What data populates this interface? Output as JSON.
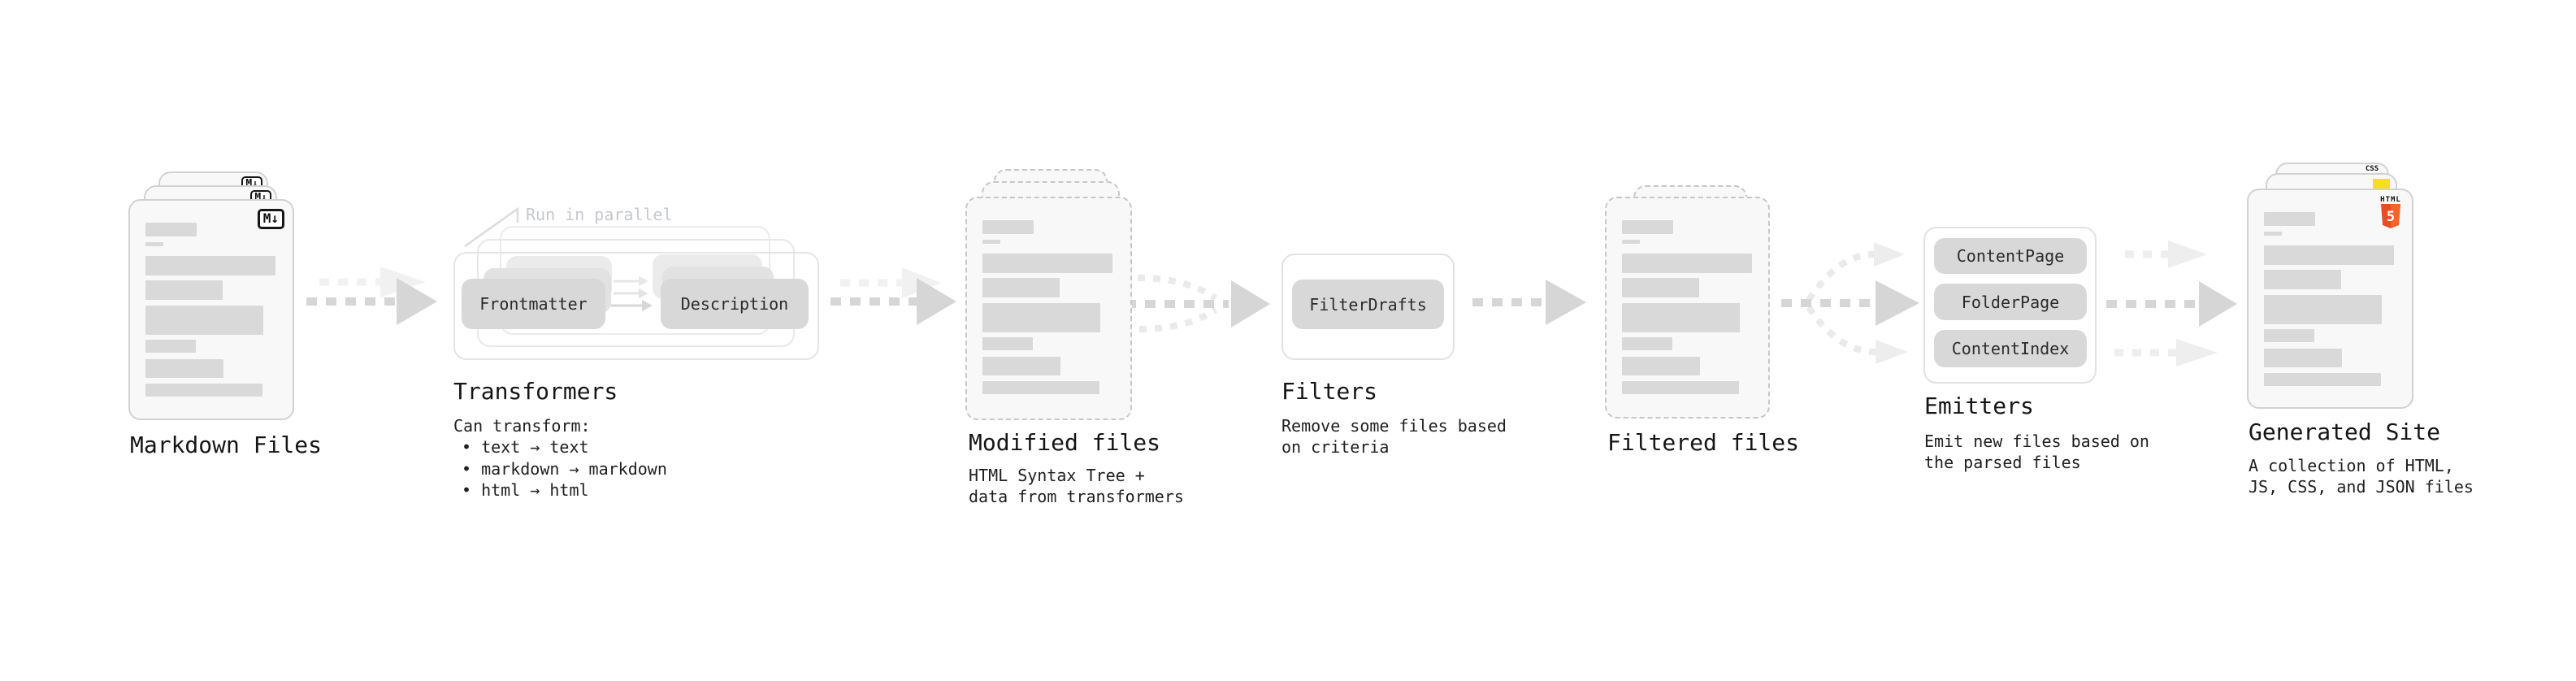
{
  "stages": {
    "markdown_files": {
      "title": "Markdown Files"
    },
    "transformers": {
      "title": "Transformers",
      "annotation": "Run in parallel",
      "pills": [
        "Frontmatter",
        "Description"
      ],
      "note_heading": "Can transform:",
      "bullets": [
        "text → text",
        "markdown → markdown",
        "html → html"
      ]
    },
    "modified_files": {
      "title": "Modified files",
      "subtitle_lines": [
        "HTML Syntax Tree +",
        "data from transformers"
      ]
    },
    "filters": {
      "title": "Filters",
      "pills": [
        "FilterDrafts"
      ],
      "subtitle_lines": [
        "Remove some files based",
        "on criteria"
      ]
    },
    "filtered_files": {
      "title": "Filtered files"
    },
    "emitters": {
      "title": "Emitters",
      "pills": [
        "ContentPage",
        "FolderPage",
        "ContentIndex"
      ],
      "subtitle_lines": [
        "Emit new files based on",
        "the parsed files"
      ]
    },
    "generated_site": {
      "title": "Generated Site",
      "subtitle_lines": [
        "A collection of HTML,",
        "JS, CSS, and JSON files"
      ]
    }
  },
  "icons": {
    "markdown_label": "M↓",
    "html5_label": "HTML",
    "html5_number": "5",
    "css_label": "CSS",
    "colors": {
      "html5_orange": "#e44d26",
      "html5_orange_light": "#f16529",
      "js_yellow": "#f7df1e",
      "css_blue": "#2965f1"
    }
  }
}
